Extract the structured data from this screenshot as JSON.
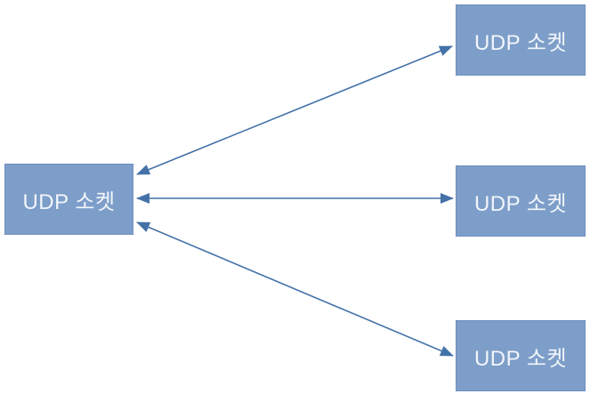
{
  "diagram": {
    "description": "UDP socket one-to-many communication diagram",
    "nodes": {
      "left": {
        "label": "UDP 소켓"
      },
      "right_top": {
        "label": "UDP 소켓"
      },
      "right_middle": {
        "label": "UDP 소켓"
      },
      "right_bottom": {
        "label": "UDP 소켓"
      }
    },
    "edges": [
      {
        "from": "left",
        "to": "right_top",
        "direction": "bidirectional"
      },
      {
        "from": "left",
        "to": "right_middle",
        "direction": "bidirectional"
      },
      {
        "from": "left",
        "to": "right_bottom",
        "direction": "bidirectional"
      }
    ],
    "colors": {
      "node_fill": "#7d9ec9",
      "node_border": "#6d90bf",
      "node_text": "#f2f5fa",
      "arrow": "#4472a8",
      "background": "#ffffff"
    }
  }
}
